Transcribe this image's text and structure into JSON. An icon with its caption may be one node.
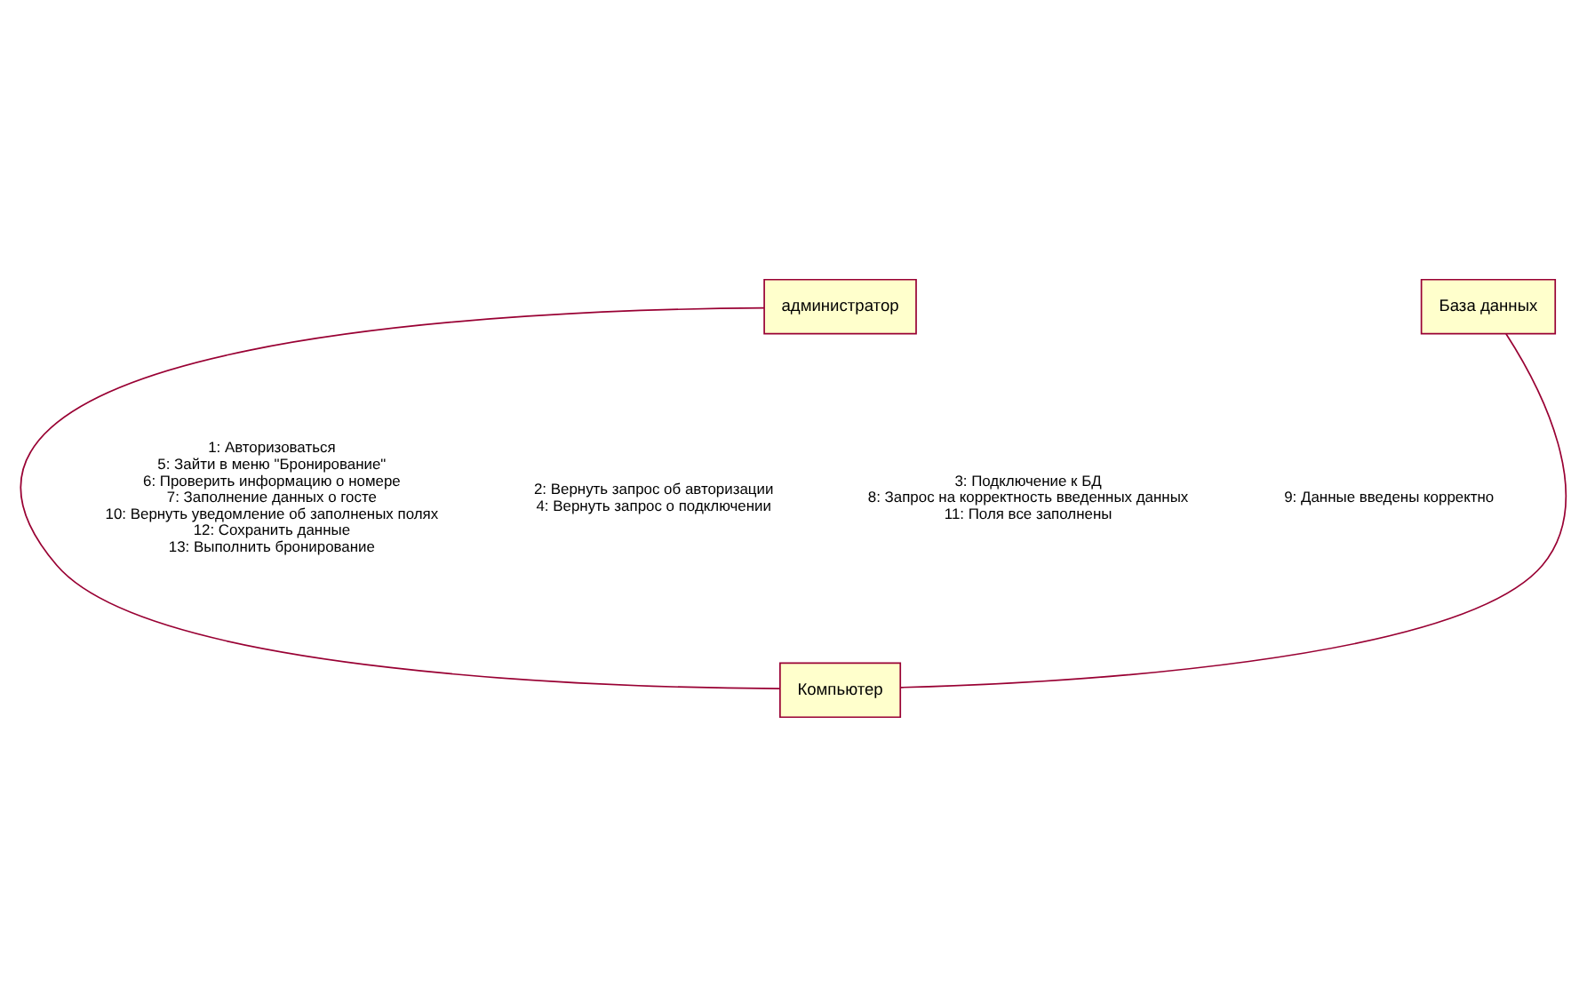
{
  "diagram": {
    "nodes": [
      {
        "text": [
          "администратор"
        ]
      },
      {
        "text": [
          "База данных"
        ]
      },
      {
        "text": [
          "Компьютер"
        ]
      }
    ],
    "edges": [
      {
        "from": 0,
        "to": 2,
        "arrow": "none"
      },
      {
        "from": 2,
        "to": 1,
        "arrow": "none"
      }
    ],
    "labels": [
      "1: Авторизоваться",
      "5: Зайти в меню \"Бронирование\"",
      "6: Проверить информацию о номере",
      "7: Заполнение данных о госте",
      "10: Вернуть уведомление об заполненых полях",
      "12: Сохранить данные",
      "13: Выполнить бронирование",
      "2: Вернуть запрос об авторизации",
      "4: Вернуть запрос о подключении",
      "3: Подключение к БД",
      "8: Запрос на корректность введенных данных",
      "11: Поля все заполнены",
      "9: Данные введены корректно"
    ]
  }
}
